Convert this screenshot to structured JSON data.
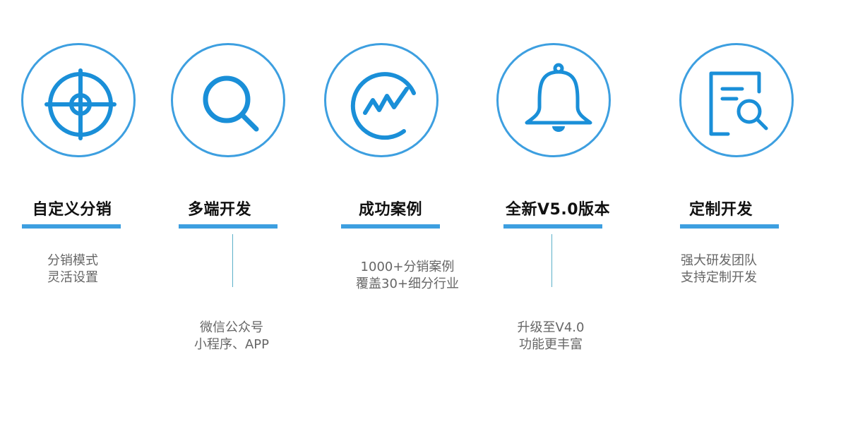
{
  "accent_color": "#3d9fe0",
  "features": [
    {
      "icon": "crosshair-target-icon",
      "title": "自定义分销",
      "desc": [
        "分销模式",
        "灵活设置"
      ]
    },
    {
      "icon": "magnifier-icon",
      "title": "多端开发",
      "desc": [
        "微信公众号",
        "小程序、APP"
      ]
    },
    {
      "icon": "trend-chart-icon",
      "title": "成功案例",
      "desc": [
        "1000+分销案例",
        "覆盖30+细分行业"
      ]
    },
    {
      "icon": "bell-icon",
      "title": "全新V5.0版本",
      "desc": [
        "升级至V4.0",
        "功能更丰富"
      ]
    },
    {
      "icon": "document-search-icon",
      "title": "定制开发",
      "desc": [
        "强大研发团队",
        "支持定制开发"
      ]
    }
  ]
}
